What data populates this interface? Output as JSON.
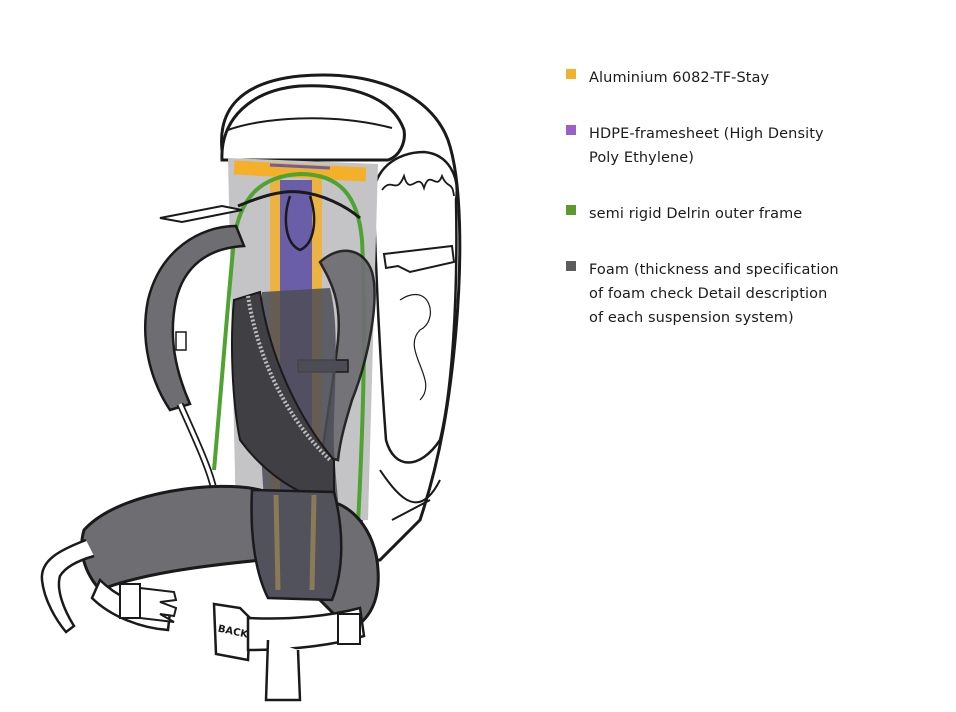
{
  "figure": {
    "subject": "Backpack suspension system cutaway illustration",
    "buckle_text": "BACK"
  },
  "legend": {
    "items": [
      {
        "label": "Aluminium 6082-TF-Stay",
        "color": "#F2B12B"
      },
      {
        "label": "HDPE-framesheet (High Density\nPoly Ethylene)",
        "color": "#9A5FC9"
      },
      {
        "label": "semi rigid Delrin outer frame",
        "color": "#5E9A2E"
      },
      {
        "label": "Foam (thickness and specification\nof foam check Detail description\nof each suspension system)",
        "color": "#5C5C5C"
      }
    ]
  },
  "colors": {
    "framesheet_bg": "#C4C4C6",
    "stay": "#F5B02A",
    "hdpe": "#6A5EA8",
    "delrin": "#4FA331",
    "foam": "#6E6E72",
    "foam_dark": "#4C4C55",
    "outline": "#1A1A1A",
    "bag": "#FFFFFF"
  }
}
